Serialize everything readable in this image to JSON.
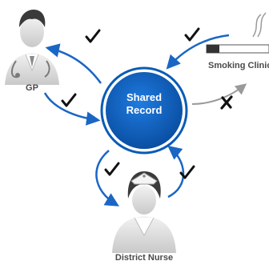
{
  "center": {
    "line1": "Shared",
    "line2": "Record"
  },
  "nodes": {
    "gp": {
      "label": "GP"
    },
    "smoking_clinic": {
      "label": "Smoking Clinic"
    },
    "district_nurse": {
      "label": "District Nurse"
    }
  },
  "links": [
    {
      "from": "Shared Record",
      "to": "GP",
      "status": "allowed"
    },
    {
      "from": "GP",
      "to": "Shared Record",
      "status": "allowed"
    },
    {
      "from": "Smoking Clinic",
      "to": "Shared Record",
      "status": "allowed"
    },
    {
      "from": "Shared Record",
      "to": "Smoking Clinic",
      "status": "blocked"
    },
    {
      "from": "Shared Record",
      "to": "District Nurse",
      "status": "allowed"
    },
    {
      "from": "District Nurse",
      "to": "Shared Record",
      "status": "allowed"
    }
  ],
  "colors": {
    "accent": "#0a5bb5",
    "arrow": "#1a66c4",
    "muted_arrow": "#9a9a9a",
    "label_text": "#4a4a4a",
    "check_mark": "#111111"
  },
  "icons": {
    "gp": "doctor-icon",
    "smoking_clinic": "cigarette-icon",
    "district_nurse": "nurse-icon",
    "allowed": "check-icon",
    "blocked": "cross-icon"
  }
}
